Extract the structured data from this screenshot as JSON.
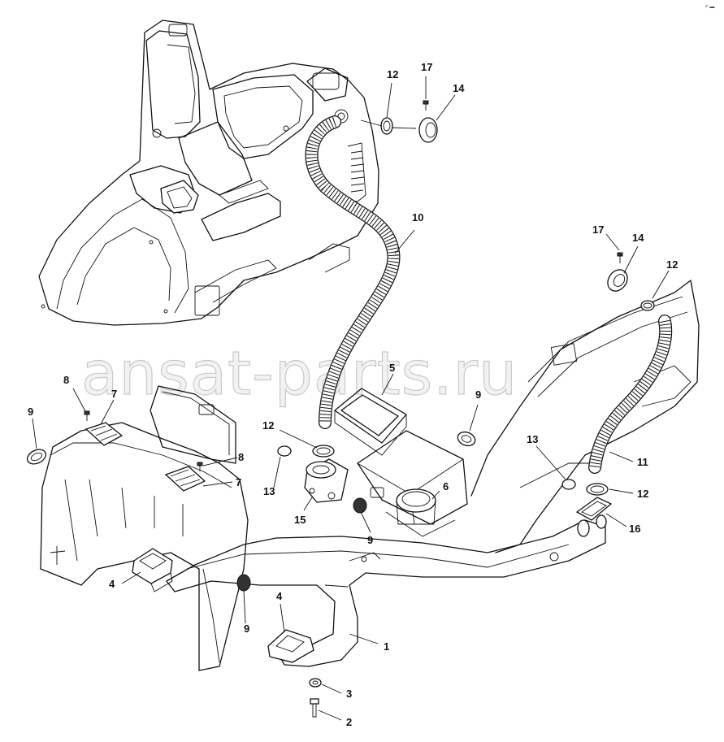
{
  "watermark": "ansat-parts.ru",
  "corner_mark": "ᵉʳ ▬",
  "callouts": {
    "c1": "1",
    "c2": "2",
    "c3": "3",
    "c4a": "4",
    "c4b": "4",
    "c5": "5",
    "c6": "6",
    "c7a": "7",
    "c7b": "7",
    "c8a": "8",
    "c8b": "8",
    "c9a": "9",
    "c9b": "9",
    "c9c": "9",
    "c9d": "9",
    "c10": "10",
    "c11": "11",
    "c12a": "12",
    "c12b": "12",
    "c12c": "12",
    "c12d": "12",
    "c13a": "13",
    "c13b": "13",
    "c14a": "14",
    "c14b": "14",
    "c15": "15",
    "c16": "16",
    "c17a": "17",
    "c17b": "17"
  }
}
